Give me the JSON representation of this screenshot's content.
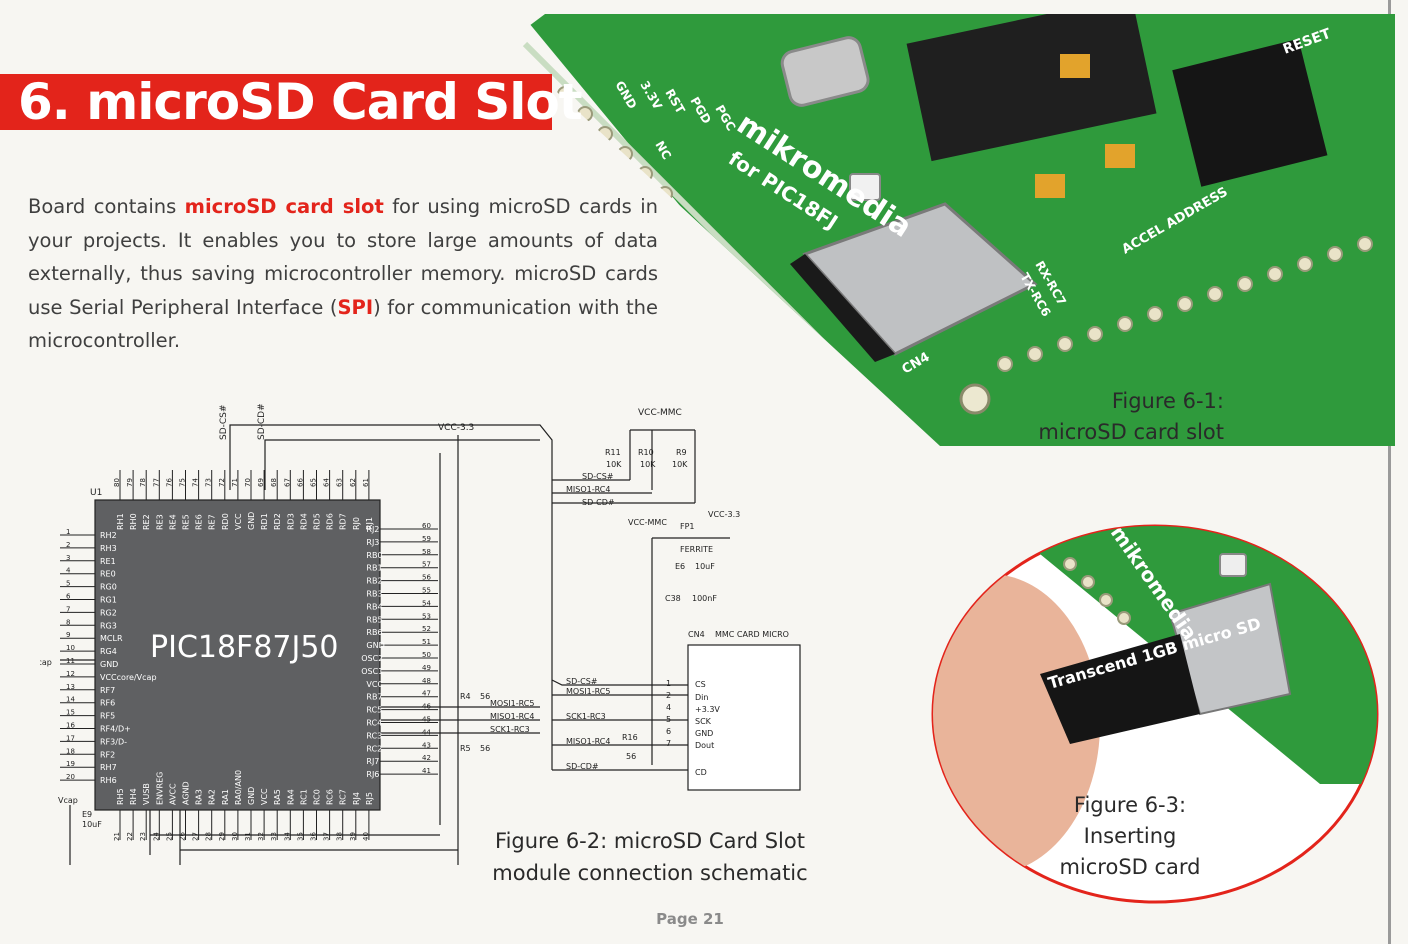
{
  "title": "6. microSD Card Slot",
  "intro": {
    "part1": "Board contains ",
    "highlight1": "microSD card slot",
    "part2": " for using microSD cards in your projects. It enables you to store large amounts of data externally, thus saving microcontroller memory. microSD cards use Serial Peripheral Interface (",
    "highlight2": "SPI",
    "part3": ") for communication with the microcontroller."
  },
  "figures": {
    "fig1_line1": "Figure 6-1:",
    "fig1_line2": "microSD card slot",
    "fig2_line1": "Figure 6-2: microSD Card Slot",
    "fig2_line2": "module connection schematic",
    "fig3_line1": "Figure 6-3:",
    "fig3_line2": "Inserting",
    "fig3_line3": "microSD card"
  },
  "page_number": "Page 21",
  "board_labels": {
    "brand1": "mikromedia",
    "brand2": "for PIC18FJ",
    "cn4": "CN4",
    "gnd": "GND",
    "v33": "3.3V",
    "pgc": "PGC",
    "pgd": "PGD",
    "rst": "RST",
    "nc": "NC",
    "reset": "RESET",
    "accel": "ACCEL ADDRESS",
    "sd_card": "Transcend 1GB micro SD",
    "rx": "RX-RC7",
    "tx": "TX-RC6"
  },
  "schematic": {
    "mcu_name": "PIC18F87J50",
    "u1": "U1",
    "vcc33": "VCC-3.3",
    "vcc_mmc": "VCC-MMC",
    "vcap": "Vcap",
    "e9": "E9",
    "e9_val": "10uF",
    "r11": "R11",
    "r10": "R10",
    "r9": "R9",
    "r_val": "10K",
    "fp1": "FP1",
    "ferrite": "FERRITE",
    "e6": "E6",
    "e6_val": "10uF",
    "c38": "C38",
    "c38_val": "100nF",
    "cn4": "CN4",
    "mmc_card": "MMC CARD MICRO",
    "r4": "R4",
    "r5": "R5",
    "r56": "56",
    "r16": "R16",
    "sd_cs_top": "SD-CS#",
    "sd_cd_top": "SD-CD#",
    "nets_top": [
      "SD-CS#",
      "MISO1-RC4",
      "SD-CD#"
    ],
    "nets_left": [
      "MOSI1-RC5",
      "MISO1-RC4",
      "SCK1-RC3"
    ],
    "nets_right": [
      "SD-CS#",
      "MOSI1-RC5",
      "SCK1-RC3",
      "MISO1-RC4",
      "SD-CD#"
    ],
    "card_pins": [
      "CS",
      "Din",
      "+3.3V",
      "SCK",
      "GND",
      "Dout",
      "CD"
    ],
    "card_pin_nums": [
      "1",
      "2",
      "4",
      "5",
      "6",
      "7"
    ],
    "left_pins": [
      "RH2",
      "RH3",
      "RE1",
      "RE0",
      "RG0",
      "RG1",
      "RG2",
      "RG3",
      "MCLR",
      "RG4",
      "GND",
      "VCCcore/Vcap",
      "RF7",
      "RF6",
      "RF5",
      "RF4/D+",
      "RF3/D-",
      "RF2",
      "RH7",
      "RH6"
    ],
    "left_nums": [
      "1",
      "2",
      "3",
      "4",
      "5",
      "6",
      "7",
      "8",
      "9",
      "10",
      "11",
      "12",
      "13",
      "14",
      "15",
      "16",
      "17",
      "18",
      "19",
      "20"
    ],
    "right_pins": [
      "RJ2",
      "RJ3",
      "RB0",
      "RB1",
      "RB2",
      "RB3",
      "RB4",
      "RB5",
      "RB6",
      "GND",
      "OSC2",
      "OSC1",
      "VCC",
      "RB7",
      "RC5",
      "RC4",
      "RC3",
      "RC2",
      "RJ7",
      "RJ6"
    ],
    "right_nums": [
      "60",
      "59",
      "58",
      "57",
      "56",
      "55",
      "54",
      "53",
      "52",
      "51",
      "50",
      "49",
      "48",
      "47",
      "46",
      "45",
      "44",
      "43",
      "42",
      "41"
    ],
    "top_pins": [
      "RH1",
      "RH0",
      "RE2",
      "RE3",
      "RE4",
      "RE5",
      "RE6",
      "RE7",
      "RD0",
      "VCC",
      "GND",
      "RD1",
      "RD2",
      "RD3",
      "RD4",
      "RD5",
      "RD6",
      "RD7",
      "RJ0",
      "RJ1"
    ],
    "top_nums": [
      "80",
      "79",
      "78",
      "77",
      "76",
      "75",
      "74",
      "73",
      "72",
      "71",
      "70",
      "69",
      "68",
      "67",
      "66",
      "65",
      "64",
      "63",
      "62",
      "61"
    ],
    "bottom_pins": [
      "RH5",
      "RH4",
      "VUSB",
      "ENVREG",
      "AVCC",
      "AGND",
      "RA3",
      "RA2",
      "RA1",
      "RA0/AN0",
      "GND",
      "VCC",
      "RA5",
      "RA4",
      "RC1",
      "RC0",
      "RC6",
      "RC7",
      "RJ4",
      "RJ5"
    ],
    "bottom_nums": [
      "21",
      "22",
      "23",
      "24",
      "25",
      "26",
      "27",
      "28",
      "29",
      "30",
      "31",
      "32",
      "33",
      "34",
      "35",
      "36",
      "37",
      "38",
      "39",
      "40"
    ]
  },
  "colors": {
    "accent": "#e3241b",
    "pcb_green": "#2f9a3c",
    "text": "#3f3f3f"
  }
}
